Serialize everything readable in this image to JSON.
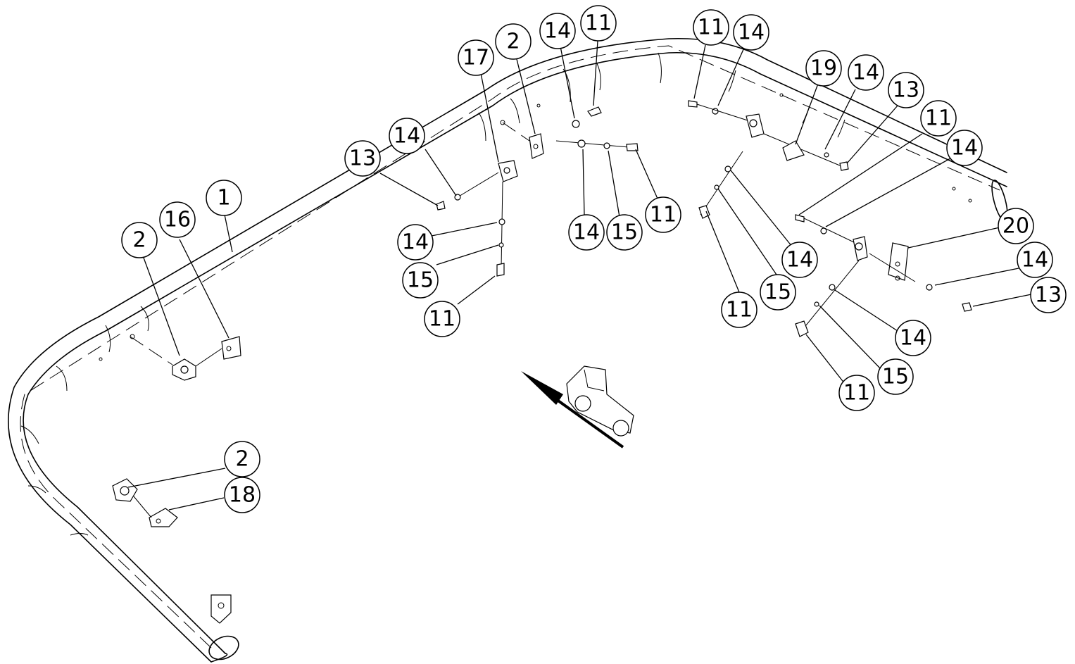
{
  "callouts": [
    {
      "label": "1"
    },
    {
      "label": "2"
    },
    {
      "label": "16"
    },
    {
      "label": "2"
    },
    {
      "label": "18"
    },
    {
      "label": "13"
    },
    {
      "label": "14"
    },
    {
      "label": "17"
    },
    {
      "label": "2"
    },
    {
      "label": "14"
    },
    {
      "label": "11"
    },
    {
      "label": "14"
    },
    {
      "label": "15"
    },
    {
      "label": "11"
    },
    {
      "label": "14"
    },
    {
      "label": "15"
    },
    {
      "label": "11"
    },
    {
      "label": "11"
    },
    {
      "label": "14"
    },
    {
      "label": "19"
    },
    {
      "label": "14"
    },
    {
      "label": "13"
    },
    {
      "label": "11"
    },
    {
      "label": "14"
    },
    {
      "label": "20"
    },
    {
      "label": "14"
    },
    {
      "label": "13"
    },
    {
      "label": "14"
    },
    {
      "label": "15"
    },
    {
      "label": "11"
    },
    {
      "label": "14"
    },
    {
      "label": "15"
    },
    {
      "label": "11"
    }
  ],
  "icons": {
    "direction_indicator": "tractor-direction-arrow-icon"
  }
}
